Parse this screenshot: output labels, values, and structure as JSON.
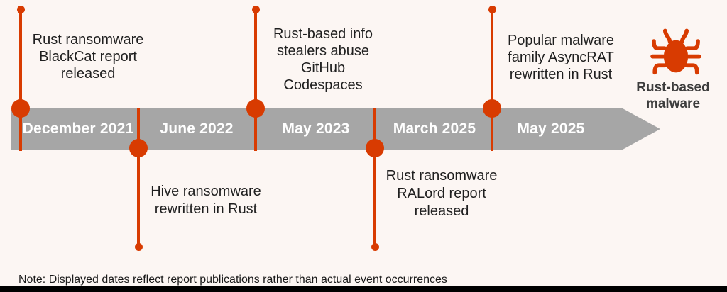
{
  "colors": {
    "accent": "#d83b01",
    "bar": "#a6a6a6",
    "background": "#fcf6f3",
    "text": "#1f1f1f",
    "date_text": "#ffffff",
    "label_bold": "#3d3d3d",
    "note_text": "#1a1a1a",
    "footer_bar": "#000000"
  },
  "timeline": {
    "dates": [
      {
        "label": "December 2021"
      },
      {
        "label": "June 2022"
      },
      {
        "label": "May 2023"
      },
      {
        "label": "March 2025"
      },
      {
        "label": "May 2025"
      }
    ]
  },
  "events": [
    {
      "position": "above",
      "label": "Rust ransomware\nBlackCat report\nreleased"
    },
    {
      "position": "below",
      "label": "Hive ransomware\nrewritten in Rust"
    },
    {
      "position": "above",
      "label": "Rust-based info\nstealers abuse\nGitHub\nCodespaces"
    },
    {
      "position": "below",
      "label": "Rust ransomware\nRALord report\nreleased"
    },
    {
      "position": "above",
      "label": "Popular malware\nfamily AsyncRAT\nrewritten in Rust"
    }
  ],
  "legend": {
    "icon": "bug-icon",
    "label": "Rust-based\nmalware"
  },
  "note": "Note: Displayed dates reflect report publications rather than actual event occurrences"
}
